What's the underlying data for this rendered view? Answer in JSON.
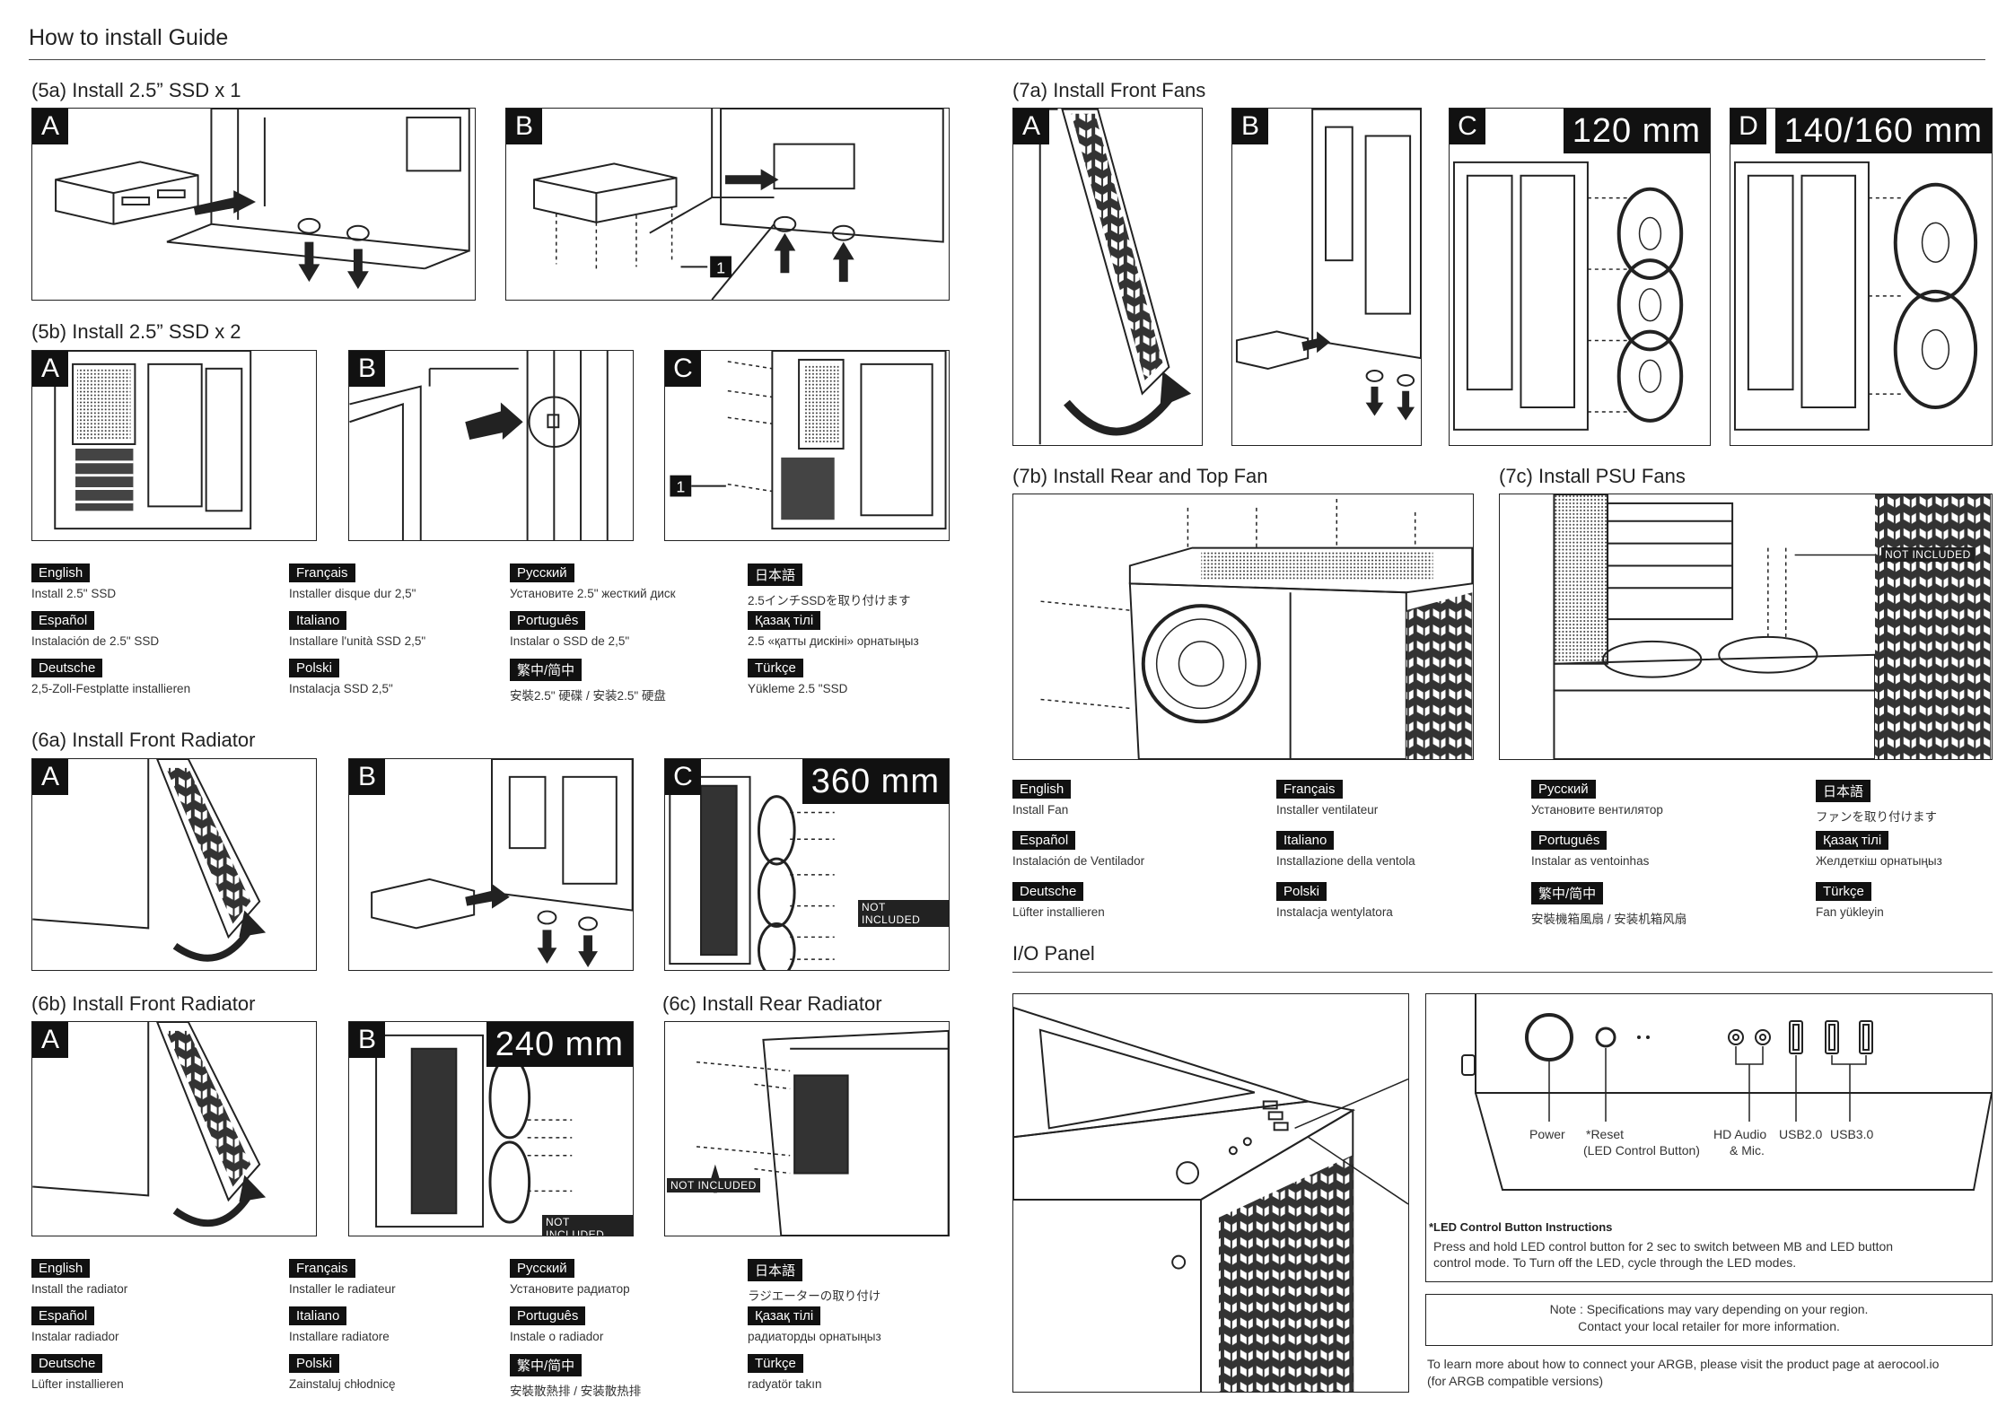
{
  "page_title": "How to install Guide",
  "sections": {
    "s5a": "(5a) Install 2.5” SSD x 1",
    "s5b": "(5b) Install 2.5” SSD x 2",
    "s6a": "(6a) Install Front Radiator",
    "s6b": "(6b) Install Front Radiator",
    "s6c": "(6c) Install Rear Radiator",
    "s7a": "(7a) Install Front Fans",
    "s7b": "(7b) Install Rear and Top Fan",
    "s7c": "(7c) Install PSU Fans",
    "io": "I/O Panel"
  },
  "letters": {
    "a": "A",
    "b": "B",
    "c": "C",
    "d": "D"
  },
  "callout_number": "1",
  "sizes": {
    "s360": "360 mm",
    "s240": "240 mm",
    "s120": "120 mm",
    "s140": "140/160 mm"
  },
  "not_included": "NOT INCLUDED",
  "lang_ssd": [
    {
      "lang": "English",
      "text": "Install 2.5\" SSD"
    },
    {
      "lang": "Español",
      "text": "Instalación de 2.5\" SSD"
    },
    {
      "lang": "Deutsche",
      "text": "2,5-Zoll-Festplatte installieren"
    },
    {
      "lang": "Français",
      "text": "Installer disque dur 2,5\""
    },
    {
      "lang": "Italiano",
      "text": "Installare l'unità SSD 2,5\""
    },
    {
      "lang": "Polski",
      "text": "Instalacja SSD 2,5\""
    },
    {
      "lang": "Русский",
      "text": "Установите 2.5\" жесткий диск"
    },
    {
      "lang": "Português",
      "text": "Instalar o SSD de 2,5\""
    },
    {
      "lang": "繁中/简中",
      "text": "安裝2.5\" 硬碟 / 安装2.5\" 硬盘"
    },
    {
      "lang": "日本語",
      "text": "2.5インチSSDを取り付けます"
    },
    {
      "lang": "Қазақ тілі",
      "text": "2.5 «қатты дискіні» орнатыңыз"
    },
    {
      "lang": "Türkçe",
      "text": "Yükleme 2.5 \"SSD"
    }
  ],
  "lang_fan": [
    {
      "lang": "English",
      "text": "Install Fan"
    },
    {
      "lang": "Español",
      "text": "Instalación de Ventilador"
    },
    {
      "lang": "Deutsche",
      "text": "Lüfter installieren"
    },
    {
      "lang": "Français",
      "text": "Installer ventilateur"
    },
    {
      "lang": "Italiano",
      "text": "Installazione della ventola"
    },
    {
      "lang": "Polski",
      "text": "Instalacja wentylatora"
    },
    {
      "lang": "Русский",
      "text": "Установите вентилятор"
    },
    {
      "lang": "Português",
      "text": "Instalar as ventoinhas"
    },
    {
      "lang": "繁中/简中",
      "text": "安裝機箱風扇 / 安装机箱风扇"
    },
    {
      "lang": "日本語",
      "text": "ファンを取り付けます"
    },
    {
      "lang": "Қазақ тілі",
      "text": "Желдеткіш орнатыңыз"
    },
    {
      "lang": "Türkçe",
      "text": "Fan yükleyin"
    }
  ],
  "lang_rad": [
    {
      "lang": "English",
      "text": "Install the radiator"
    },
    {
      "lang": "Español",
      "text": "Instalar radiador"
    },
    {
      "lang": "Deutsche",
      "text": "Lüfter installieren"
    },
    {
      "lang": "Français",
      "text": "Installer le radiateur"
    },
    {
      "lang": "Italiano",
      "text": "Installare radiatore"
    },
    {
      "lang": "Polski",
      "text": "Zainstaluj chłodnicę"
    },
    {
      "lang": "Русский",
      "text": "Установите радиатор"
    },
    {
      "lang": "Português",
      "text": "Instale o radiador"
    },
    {
      "lang": "繁中/简中",
      "text": "安裝散熱排 / 安装散热排"
    },
    {
      "lang": "日本語",
      "text": "ラジエーターの取り付け"
    },
    {
      "lang": "Қазақ тілі",
      "text": "радиаторды орнатыңыз"
    },
    {
      "lang": "Türkçe",
      "text": "radyatör takın"
    }
  ],
  "io": {
    "power": "Power",
    "reset": "*Reset",
    "reset_sub": "(LED Control Button)",
    "hd_audio": "HD Audio",
    "hd_audio_sub": "& Mic.",
    "usb2": "USB2.0",
    "usb3": "USB3.0",
    "led_title": "*LED Control Button Instructions",
    "led_text1": "Press and hold LED control button for 2 sec to switch between MB and LED button",
    "led_text2": "control mode. To Turn off the LED, cycle through the LED modes.",
    "note1": "Note : Specifications may vary depending on your region.",
    "note2": "Contact your local retailer for more information.",
    "argb1": "To learn more about how to connect your ARGB, please visit the product page at aerocool.io",
    "argb2": "(for ARGB compatible versions)"
  }
}
